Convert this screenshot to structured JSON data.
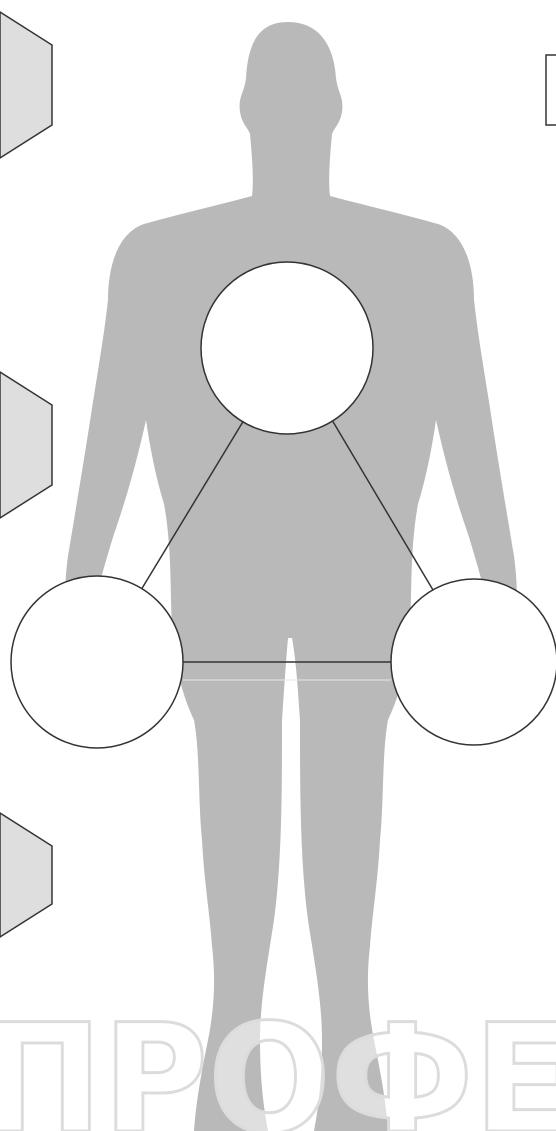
{
  "diagram": {
    "figure": "human-silhouette",
    "colors": {
      "background": "#ffffff",
      "silhouette": "#b9b9b9",
      "hexagon_fill": "#dedede",
      "stroke": "#333333",
      "node_fill": "#ffffff",
      "letters_stroke": "#e2e2e2",
      "letters_fill": "#ffffff"
    },
    "nodes": [
      {
        "id": "top",
        "label": ""
      },
      {
        "id": "left",
        "label": ""
      },
      {
        "id": "right",
        "label": ""
      }
    ],
    "bottom_text": "ПРОФЕ"
  }
}
